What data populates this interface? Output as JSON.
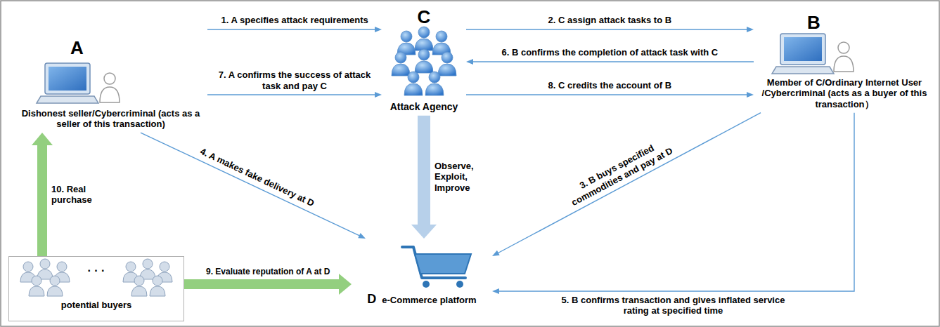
{
  "diagram": {
    "nodes": [
      {
        "text": [
          "A",
          "Dishonest seller/Cybercriminal (acts as a seller of this transaction)"
        ]
      },
      {
        "text": [
          "C",
          "Attack Agency"
        ]
      },
      {
        "text": [
          "B",
          "Member of C/Ordinary Internet User /Cybercriminal (acts as a buyer of this transaction）"
        ]
      },
      {
        "text": [
          "D",
          "e-Commerce platform"
        ]
      },
      {
        "text": [
          "· · ·",
          "potential buyers"
        ]
      }
    ],
    "edges": [
      {
        "from": 0,
        "to": 1,
        "arrow": "to",
        "label": "1. A specifies attack requirements"
      },
      {
        "from": 1,
        "to": 2,
        "arrow": "to",
        "label": "2. C assign attack tasks to B"
      },
      {
        "from": 2,
        "to": 3,
        "arrow": "to",
        "label": "3. B buys specified commodities and pay at D"
      },
      {
        "from": 0,
        "to": 3,
        "arrow": "to",
        "label": "4. A makes fake delivery at D"
      },
      {
        "from": 2,
        "to": 3,
        "arrow": "to",
        "label": "5. B confirms transaction and gives inflated service rating at specified time"
      },
      {
        "from": 2,
        "to": 1,
        "arrow": "to",
        "label": "6. B confirms the completion of attack task with C"
      },
      {
        "from": 0,
        "to": 1,
        "arrow": "to",
        "label": "7. A confirms the success of attack task and pay C"
      },
      {
        "from": 1,
        "to": 2,
        "arrow": "to",
        "label": "8. C credits the account of B"
      },
      {
        "from": 4,
        "to": 3,
        "arrow": "to",
        "label": "9. Evaluate reputation of A at D"
      },
      {
        "from": 4,
        "to": 0,
        "arrow": "to",
        "label": "10. Real purchase"
      },
      {
        "from": 1,
        "to": 3,
        "arrow": "to",
        "label": "Observe, Exploit, Improve"
      }
    ]
  }
}
